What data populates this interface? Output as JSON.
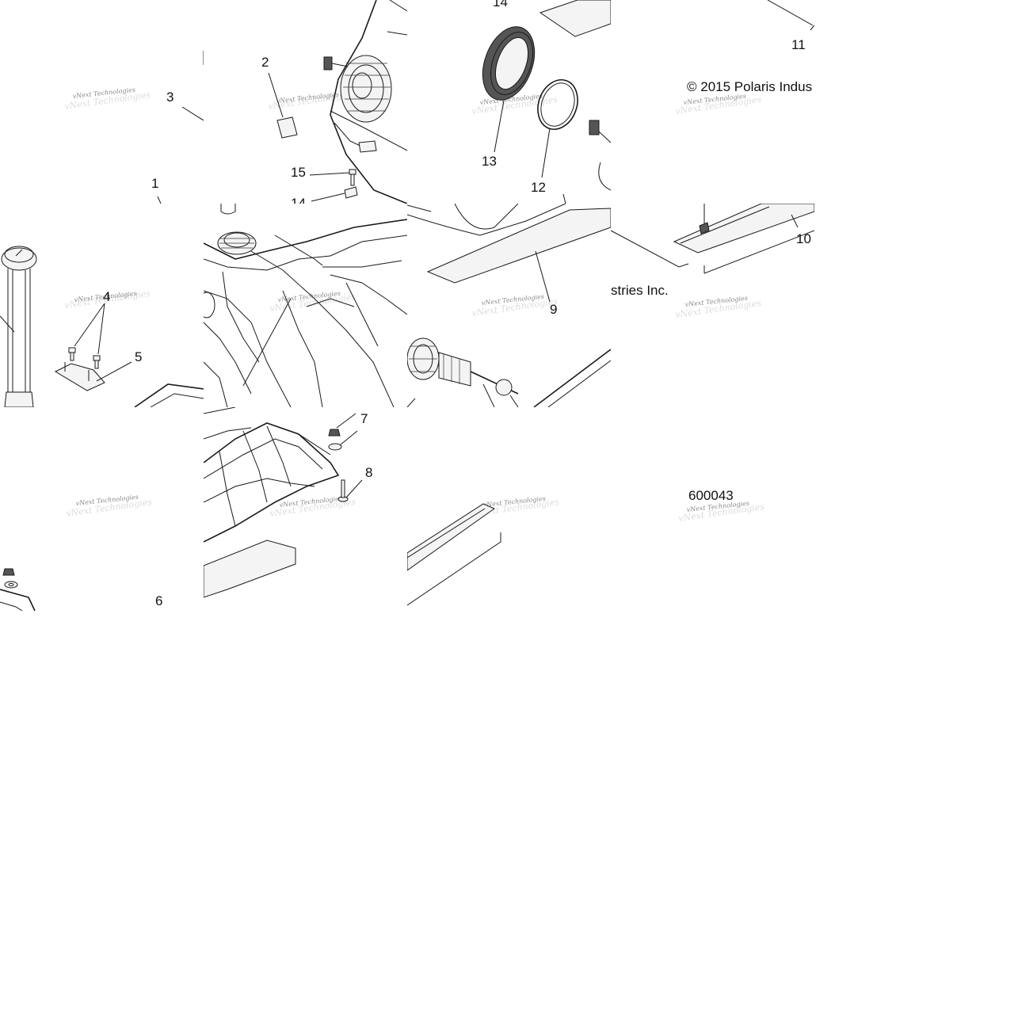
{
  "diagram": {
    "callouts": [
      "1",
      "2",
      "3",
      "4",
      "5",
      "6",
      "7",
      "8",
      "9",
      "10",
      "11",
      "12",
      "13",
      "14",
      "15"
    ],
    "copyright_left": "© 2015 Polaris Indus",
    "copyright_right": "stries Inc.",
    "drawing_number": "600043",
    "watermark": "vNext Technologies",
    "colors": {
      "line": "#1a1a1a",
      "background": "#ffffff",
      "watermark": "#8a8a8a"
    }
  }
}
